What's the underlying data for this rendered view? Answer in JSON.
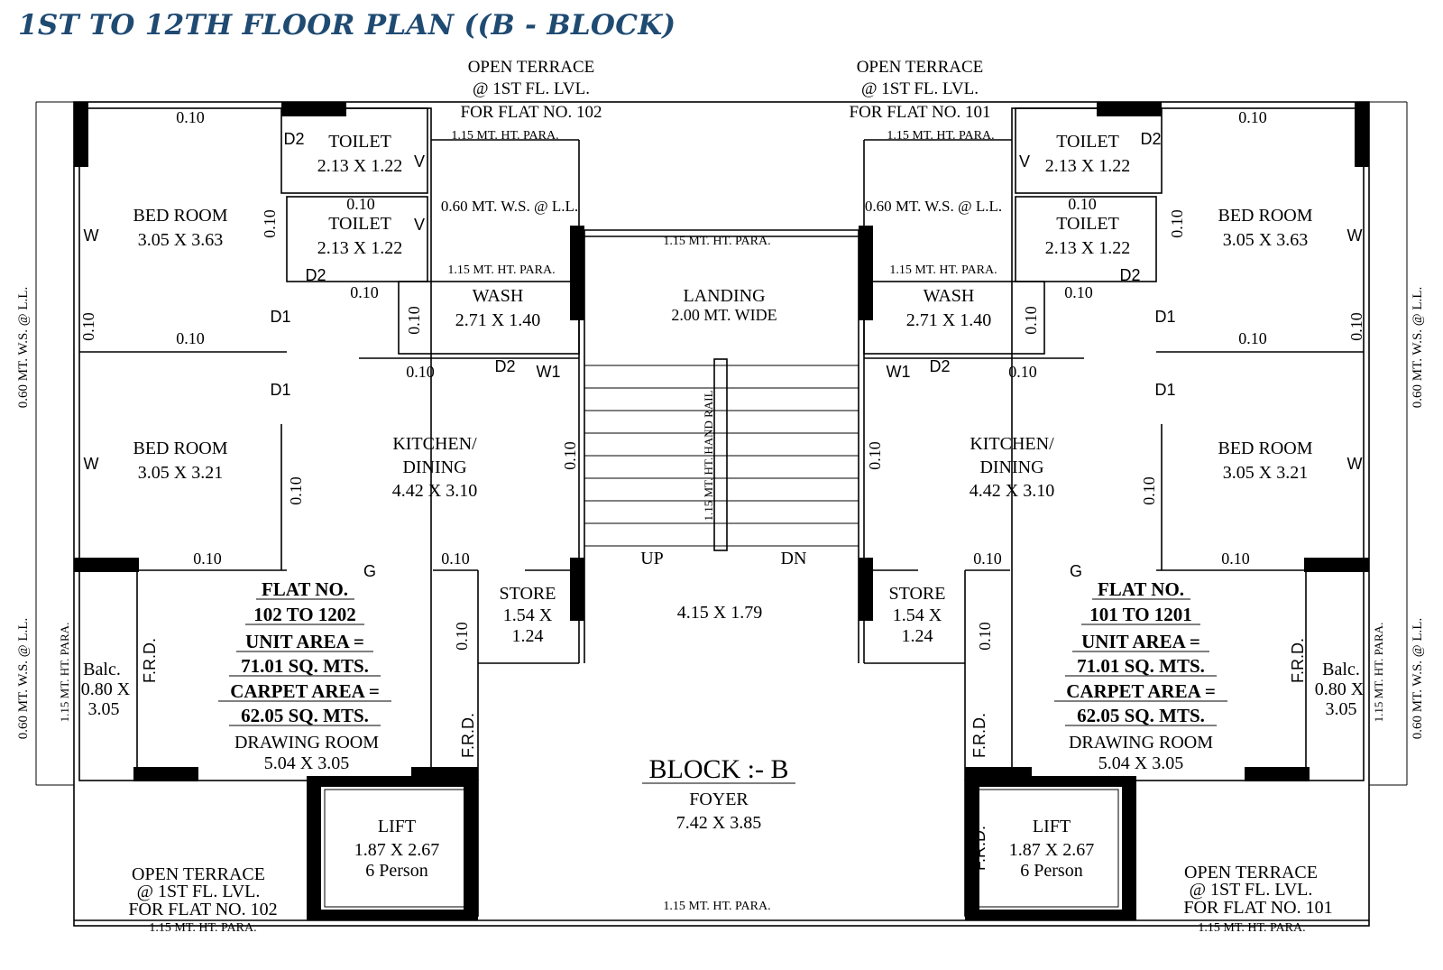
{
  "title": "1ST TO 12TH FLOOR PLAN ((B - BLOCK)",
  "top_terrace_left": [
    "OPEN TERRACE",
    "@ 1ST FL. LVL.",
    "FOR FLAT NO. 102"
  ],
  "top_terrace_right": [
    "OPEN TERRACE",
    "@ 1ST FL. LVL.",
    "FOR FLAT NO. 101"
  ],
  "para_115": "1.15 MT. HT. PARA.",
  "ws_060": "0.60 MT. W.S. @ L.L.",
  "wall_010": "0.10",
  "door_d1": "D1",
  "door_d2": "D2",
  "door_g": "G",
  "window_w": "W",
  "window_w1": "W1",
  "vent_v": "V",
  "frd": "F.R.D.",
  "toilet": [
    "TOILET",
    "2.13 X 1.22"
  ],
  "wash": [
    "WASH",
    "2.71 X 1.40"
  ],
  "bed1": [
    "BED ROOM",
    "3.05 X 3.63"
  ],
  "bed2": [
    "BED ROOM",
    "3.05 X 3.21"
  ],
  "kitchen": [
    "KITCHEN/",
    "DINING",
    "4.42 X 3.10"
  ],
  "store": [
    "STORE",
    "1.54 X",
    "1.24"
  ],
  "balcony": [
    "Balc.",
    "0.80 X",
    "3.05"
  ],
  "drawing": [
    "DRAWING ROOM",
    "5.04 X 3.05"
  ],
  "lift": [
    "LIFT",
    "1.87 X 2.67",
    "6 Person"
  ],
  "landing": [
    "LANDING",
    "2.00 MT. WIDE"
  ],
  "handrail": "1.15 MT. HT. HAND RAIL",
  "up": "UP",
  "dn": "DN",
  "lobby_size": "4.15 X 1.79",
  "block": "BLOCK :- B",
  "foyer": [
    "FOYER",
    "7.42 X 3.85"
  ],
  "flat_left": [
    "FLAT NO.",
    "102 TO 1202",
    "UNIT AREA =",
    "71.01 SQ. MTS.",
    "CARPET AREA =",
    "62.05 SQ. MTS."
  ],
  "flat_right": [
    "FLAT NO.",
    "101 TO 1201",
    "UNIT AREA =",
    "71.01 SQ. MTS.",
    "CARPET AREA =",
    "62.05 SQ. MTS."
  ],
  "bottom_terrace_left": [
    "OPEN TERRACE",
    "@ 1ST FL. LVL.",
    "FOR FLAT NO. 102"
  ],
  "bottom_terrace_right": [
    "OPEN TERRACE",
    "@ 1ST FL. LVL.",
    "FOR FLAT NO. 101"
  ]
}
